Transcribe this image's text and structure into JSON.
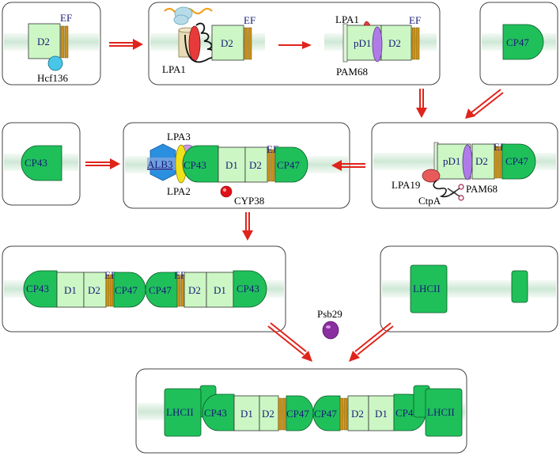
{
  "labels": {
    "D2": "D2",
    "D1": "D1",
    "pD1": "pD1",
    "EF": "EF",
    "CP43": "CP43",
    "CP47": "CP47",
    "LHCII": "LHCII",
    "Hcf136": "Hcf136",
    "LPA1": "LPA1",
    "LPA2": "LPA2",
    "LPA3": "LPA3",
    "LPA19": "LPA19",
    "PAM68": "PAM68",
    "ALB3": "ALB3",
    "CYP38": "CYP38",
    "CtpA": "CtpA",
    "Psb29": "Psb29"
  },
  "colors": {
    "membrane": "#d4ead9",
    "membrane_edge": "#9cc7a8",
    "light_protein": "#ccf7c4",
    "dark_protein": "#1fc05a",
    "cytochrome": "#c8921a",
    "arrow": "#e0241b",
    "hcf136": "#47c6e8",
    "lpa1": "#e83a3a",
    "pam68": "#b07be8",
    "lpa3": "#c89be0",
    "lpa2": "#f0e21a",
    "alb3": "#2b8fe0",
    "cyp38": "#e0101a",
    "psb29": "#8a2ea0",
    "lpa19": "#e85a5a"
  }
}
